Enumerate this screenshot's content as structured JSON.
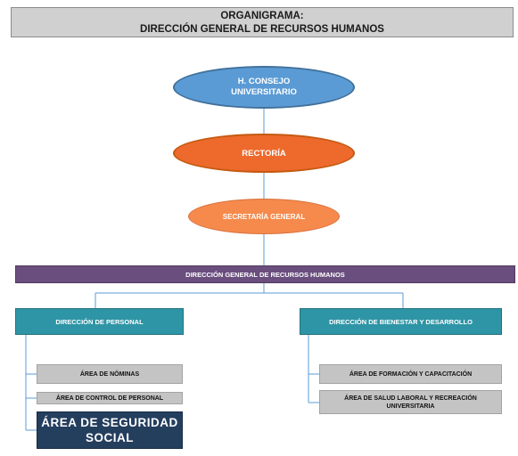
{
  "title": {
    "line1": "ORGANIGRAMA:",
    "line2": "DIRECCIÓN GENERAL DE RECURSOS HUMANOS"
  },
  "nodes": {
    "consejo": "H. CONSEJO\nUNIVERSITARIO",
    "rectoria": "RECTORÍA",
    "secretaria": "SECRETARÍA GENERAL",
    "direccion_general": "DIRECCIÓN GENERAL DE RECURSOS HUMANOS",
    "direccion_personal": "DIRECCIÓN DE PERSONAL",
    "direccion_bienestar": "DIRECCIÓN DE BIENESTAR Y DESARROLLO",
    "area_nominas": "ÁREA DE NÓMINAS",
    "area_control": "ÁREA DE CONTROL DE PERSONAL",
    "area_seguridad": "ÁREA DE SEGURIDAD SOCIAL",
    "area_formacion": "ÁREA DE FORMACIÓN Y CAPACITACIÓN",
    "area_salud": "ÁREA DE SALUD LABORAL Y RECREACIÓN UNIVERSITARIA"
  },
  "colors": {
    "consejo": "#5b9bd5",
    "rectoria": "#ed6a2c",
    "secretaria": "#f58a4c",
    "direccion_general": "#6a4e7e",
    "direcciones": "#2e95a6",
    "areas": "#c4c4c4",
    "area_destacada": "#243e5e",
    "connector": "#5b9bd5"
  }
}
